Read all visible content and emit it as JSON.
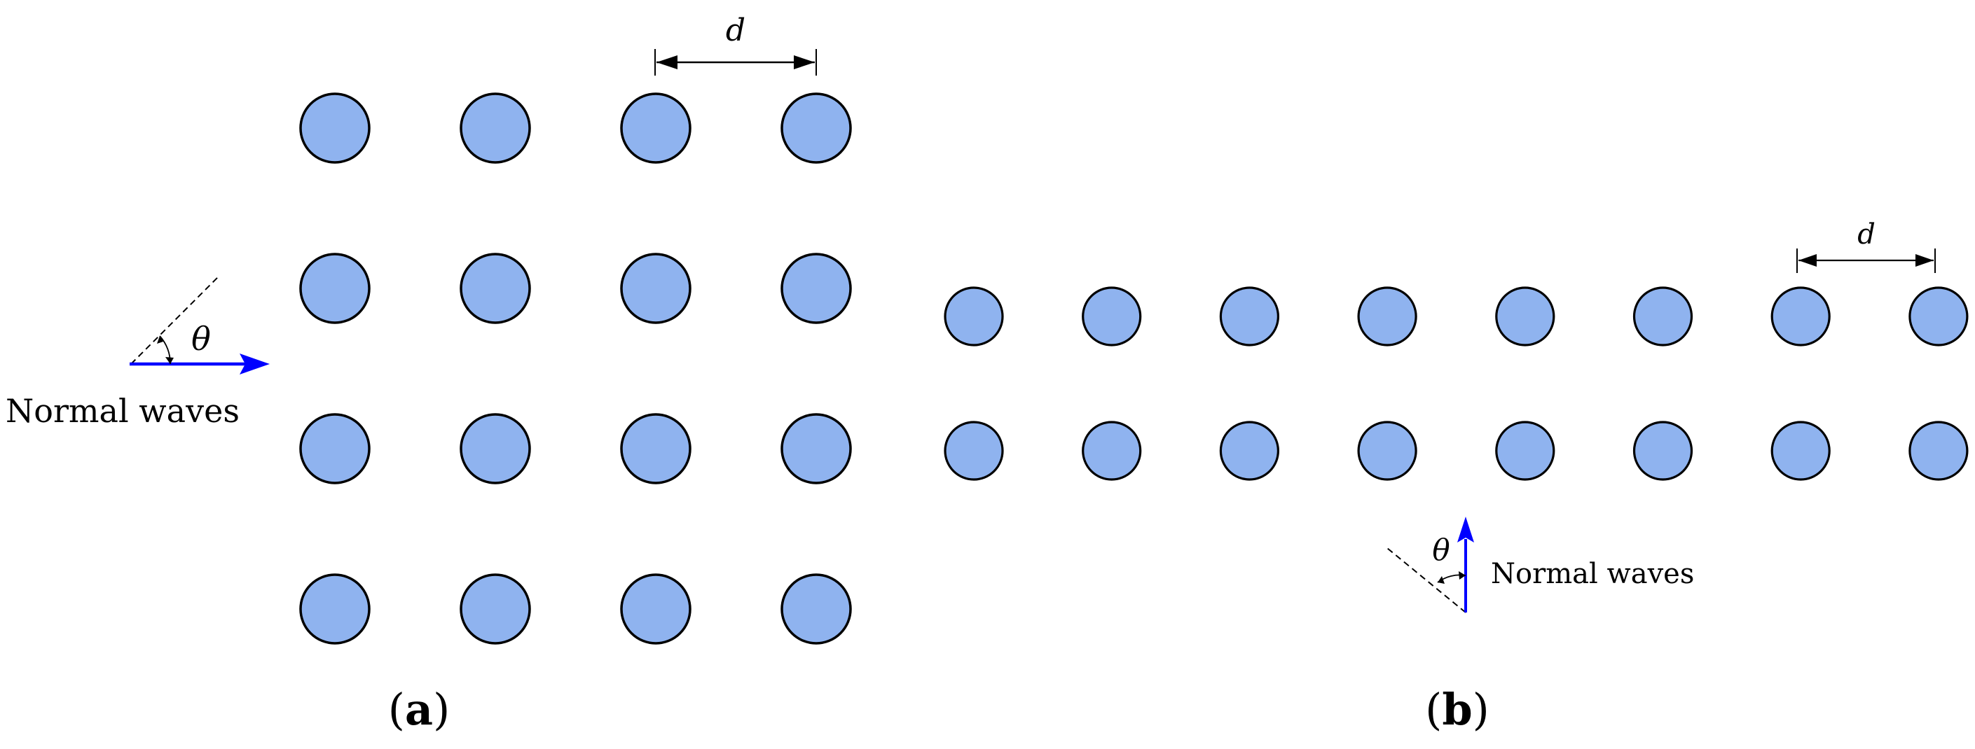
{
  "colors": {
    "circle_fill": "#8fb3ef",
    "circle_stroke": "#000000",
    "wave_arrow": "#0000ff",
    "ink": "#000000"
  },
  "panel_a": {
    "label_open": "(",
    "label_letter": "a",
    "label_close": ")",
    "spacing_symbol": "d",
    "angle_symbol": "θ",
    "wave_text": "Normal waves",
    "grid_rows": 4,
    "grid_cols": 4
  },
  "panel_b": {
    "label_open": "(",
    "label_letter": "b",
    "label_close": ")",
    "spacing_symbol": "d",
    "angle_symbol": "θ",
    "wave_text": "Normal waves",
    "grid_rows": 2,
    "grid_cols": 8
  }
}
